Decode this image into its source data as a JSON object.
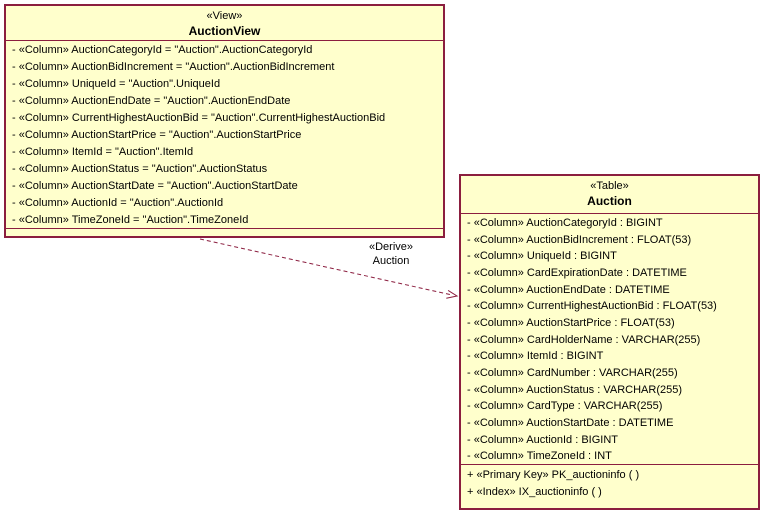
{
  "colors": {
    "box_fill": "#FFFFCC",
    "box_border": "#8B1E3F",
    "background": "#FFFFFF",
    "text": "#000000"
  },
  "view_shape": {
    "stereotype": "«View»",
    "title": "AuctionView",
    "columns": [
      "- «Column» AuctionCategoryId = \"Auction\".AuctionCategoryId",
      "- «Column» AuctionBidIncrement = \"Auction\".AuctionBidIncrement",
      "- «Column» UniqueId = \"Auction\".UniqueId",
      "- «Column» AuctionEndDate = \"Auction\".AuctionEndDate",
      "- «Column» CurrentHighestAuctionBid = \"Auction\".CurrentHighestAuctionBid",
      "- «Column» AuctionStartPrice = \"Auction\".AuctionStartPrice",
      "- «Column» ItemId = \"Auction\".ItemId",
      "- «Column» AuctionStatus = \"Auction\".AuctionStatus",
      "- «Column» AuctionStartDate = \"Auction\".AuctionStartDate",
      "- «Column» AuctionId = \"Auction\".AuctionId",
      "- «Column» TimeZoneId = \"Auction\".TimeZoneId"
    ]
  },
  "table_shape": {
    "stereotype": "«Table»",
    "title": "Auction",
    "columns": [
      "- «Column» AuctionCategoryId : BIGINT",
      "- «Column» AuctionBidIncrement : FLOAT(53)",
      "- «Column» UniqueId : BIGINT",
      "- «Column» CardExpirationDate : DATETIME",
      "- «Column» AuctionEndDate : DATETIME",
      "- «Column» CurrentHighestAuctionBid : FLOAT(53)",
      "- «Column» AuctionStartPrice : FLOAT(53)",
      "- «Column» CardHolderName : VARCHAR(255)",
      "- «Column» ItemId : BIGINT",
      "- «Column» CardNumber : VARCHAR(255)",
      "- «Column» AuctionStatus : VARCHAR(255)",
      "- «Column» CardType : VARCHAR(255)",
      "- «Column» AuctionStartDate : DATETIME",
      "- «Column» AuctionId : BIGINT",
      "- «Column» TimeZoneId : INT"
    ],
    "operations": [
      "+ «Primary Key» PK_auctioninfo ( )",
      "+ «Index» IX_auctioninfo ( )"
    ]
  },
  "connector": {
    "stereotype": "«Derive»",
    "name": "Auction"
  }
}
